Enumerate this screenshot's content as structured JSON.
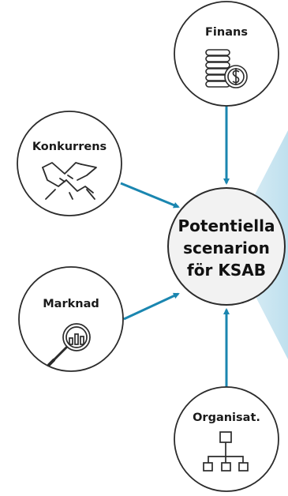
{
  "colors": {
    "accent": "#1a86b0",
    "circle_stroke": "#2b2b2b",
    "center_fill": "#f2f2f2",
    "wedge": "#cfe8f3"
  },
  "center": {
    "line1": "Potentiella",
    "line2": "scenarion",
    "line3": "för KSAB"
  },
  "nodes": {
    "finans": {
      "label": "Finans",
      "icon": "coins-dollar-icon"
    },
    "konkurrens": {
      "label": "Konkurrens",
      "icon": "handshake-icon"
    },
    "marknad": {
      "label": "Marknad",
      "icon": "magnifier-chart-icon"
    },
    "organisation": {
      "label": "Organisat.",
      "icon": "org-chart-icon"
    }
  }
}
